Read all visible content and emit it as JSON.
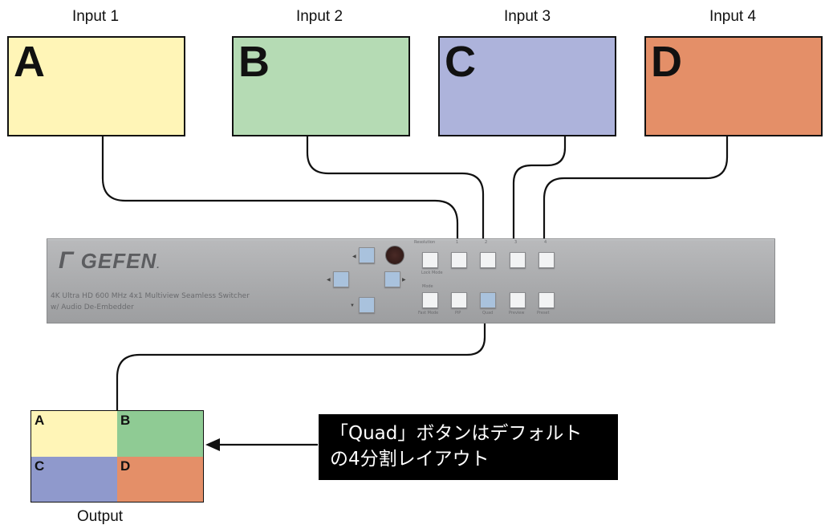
{
  "inputs": [
    {
      "label": "Input 1",
      "letter": "A",
      "color": "#fff5b7"
    },
    {
      "label": "Input 2",
      "letter": "B",
      "color": "#b5dbb4"
    },
    {
      "label": "Input 3",
      "letter": "C",
      "color": "#adb3db"
    },
    {
      "label": "Input 4",
      "letter": "D",
      "color": "#e48f68"
    }
  ],
  "device": {
    "brand": "GEFEN",
    "description_line1": "4K Ultra HD 600 MHz 4x1 Multiview Seamless Switcher",
    "description_line2": "w/ Audio De-Embedder",
    "top_labels": [
      "Resolution",
      "1",
      "2",
      "3",
      "4",
      "Lock Mode"
    ],
    "bottom_labels": [
      "Mode",
      "Fast Mode",
      "PiP",
      "Quad",
      "Preview",
      "Preset"
    ],
    "button_color": "#f2f3f4",
    "active_button_color": "#a9c2dd",
    "panel_color": "#aeafb1"
  },
  "output": {
    "label": "Output",
    "quadrants": [
      {
        "letter": "A",
        "color": "#fff5b7"
      },
      {
        "letter": "B",
        "color": "#8fcb94"
      },
      {
        "letter": "C",
        "color": "#8f99cc"
      },
      {
        "letter": "D",
        "color": "#e48f68"
      }
    ]
  },
  "callout": {
    "line1": "「Quad」ボタンはデフォルト",
    "line2": "の4分割レイアウト",
    "background": "#000000",
    "text_color": "#ffffff"
  }
}
